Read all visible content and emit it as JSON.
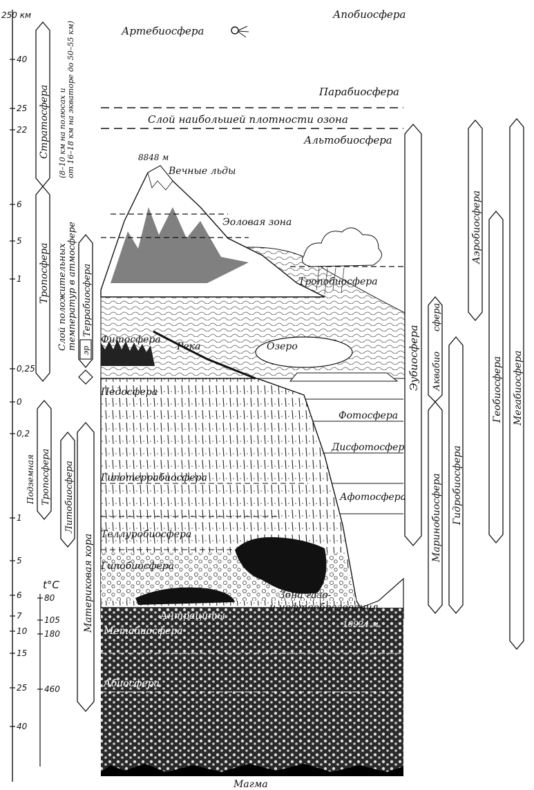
{
  "altitude_scale": {
    "unit_top": "250 км",
    "ticks": [
      "40",
      "25",
      "22",
      "6",
      "5",
      "1",
      "0,25",
      "0",
      "0,2",
      "1",
      "5",
      "6",
      "7",
      "10",
      "15",
      "25",
      "40"
    ]
  },
  "temperature_scale": {
    "header": "t°C",
    "ticks": [
      "80",
      "105",
      "180",
      "460"
    ]
  },
  "atmosphere_bands": {
    "stratosphere": "Стратосфера",
    "stratosphere_note_1": "(8–10 км на полюсах и",
    "stratosphere_note_2": "от 16–18 км на экваторе до 50–55 км)",
    "troposphere": "Тропосфера",
    "inversion_1": "Слой положительных",
    "inversion_2": "температур в атмосфере",
    "underground": "Подземная",
    "underground_tropo": "Тропосфера",
    "lithobiosphere": "Литобиосфера",
    "eribiosphere_abbr": "эр",
    "eribiosphere": "Террабиосфера",
    "continental_crust": "Материковая кора"
  },
  "layers": {
    "apobiosphere": "Апобиосфера",
    "artebiosphere": "Артебиосфера",
    "parabiosphere": "Парабиосфера",
    "ozone": "Слой наибольшей плотности озона",
    "altobiosphere": "Альтобиосфера",
    "everest": "8848 м",
    "eternal_ice": "Вечные льды",
    "aeolian": "Эоловая зона",
    "tropobiosphere": "Тропобиосфера",
    "phytosphere": "Фитосфера",
    "river": "Река",
    "lake": "Озеро",
    "pedosphere": "Педосфера",
    "photosphere": "Фотосфера",
    "disphotosphere": "Дисфотосфера",
    "aphotosphere": "Афотосфера",
    "hypoterrabiosphere": "Гипотеррабиосфера",
    "teluribiosphere": "Теллуробиосфера",
    "hypobiosphere": "Гипобиосфера",
    "gas_oil_1": "Зона газо-",
    "gas_oil_2": "и нефтеобразования",
    "anthracites": "Антрациты",
    "metabiosphere": "Метабиосфера",
    "trench": "10924 м",
    "abiosphere": "Абиосфера",
    "magma": "Магма"
  },
  "right_bands": {
    "eubiosphere": "Эубиосфера",
    "aquabio": "Аквабио",
    "sphere": "сфера",
    "marinobiosphere": "Маринобиосфера",
    "hydrobiosphere": "Гидробиосфера",
    "aerobiosphere": "Аэробиосфера",
    "geobiosphere": "Геобиосфера",
    "megabiosphere": "Мегабиосфера"
  }
}
